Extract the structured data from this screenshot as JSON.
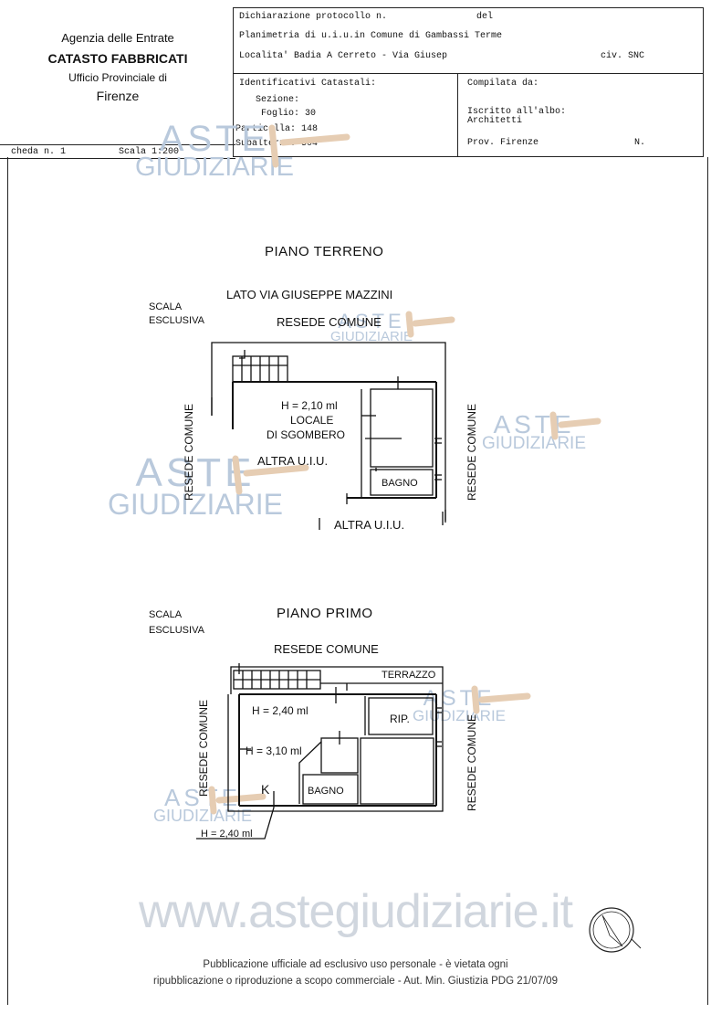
{
  "header": {
    "agency_line1": "Agenzia delle Entrate",
    "agency_line2": "CATASTO FABBRICATI",
    "agency_line3": "Ufficio Provinciale di",
    "agency_line4": "Firenze",
    "protocollo_label": "Dichiarazione protocollo n.",
    "del_label": "del",
    "planimetria": "Planimetria di u.i.u.in Comune di Gambassi Terme",
    "localita": "Localita' Badia A Cerreto - Via Giusep",
    "civ": "civ. SNC",
    "identificativi_label": "Identificativi Catastali:",
    "sezione": "Sezione:",
    "foglio": "Foglio: 30",
    "particella": "Particella: 148",
    "subalterno": "Subalterno: 504",
    "compilata": "Compilata da:",
    "iscritto": "Iscritto all'albo:",
    "architetti": "Architetti",
    "prov": "Prov. Firenze",
    "n_label": "N.",
    "scheda": "cheda n. 1",
    "scala": "Scala 1:200"
  },
  "watermark": {
    "aste": "ASTE",
    "giudiziarie": "GIUDIZIARIE",
    "url": "www.astegiudiziarie.it"
  },
  "ground_floor": {
    "title": "PIANO TERRENO",
    "side_street": "LATO VIA GIUSEPPE MAZZINI",
    "scala1": "SCALA",
    "scala2": "ESCLUSIVA",
    "resede_top": "RESEDE COMUNE",
    "resede_left": "RESEDE COMUNE",
    "resede_right": "RESEDE COMUNE",
    "height": "H = 2,10 ml",
    "locale1": "LOCALE",
    "locale2": "DI SGOMBERO",
    "altra_uiu_mid": "ALTRA U.I.U.",
    "bagno": "BAGNO",
    "altra_uiu_bottom": "ALTRA U.I.U."
  },
  "first_floor": {
    "title": "PIANO PRIMO",
    "scala1": "SCALA",
    "scala2": "ESCLUSIVA",
    "resede_top": "RESEDE COMUNE",
    "terrazzo": "TERRAZZO",
    "resede_left": "RESEDE COMUNE",
    "resede_right": "RESEDE COMUNE",
    "h1": "H = 2,40 ml",
    "rip": "RIP.",
    "h2": "H = 3,10 ml",
    "k": "K",
    "bagno": "BAGNO",
    "h3": "H = 2,40 ml"
  },
  "footer": {
    "line1": "Pubblicazione ufficiale ad esclusivo uso personale - è vietata ogni",
    "line2": "ripubblicazione o riproduzione a scopo commerciale - Aut. Min. Giustizia PDG 21/07/09"
  }
}
